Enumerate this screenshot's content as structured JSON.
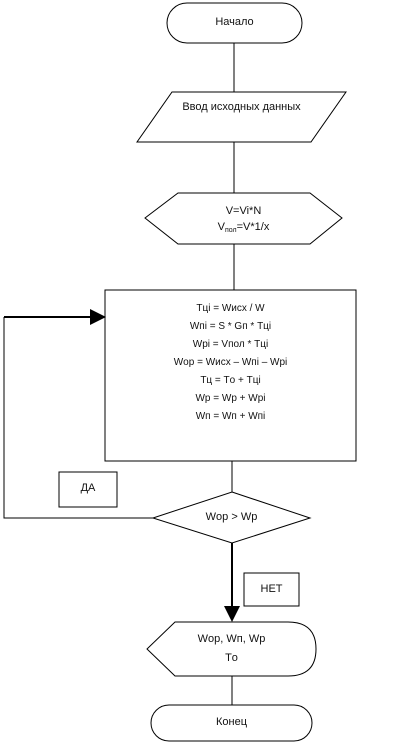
{
  "diagram": {
    "start_label": "Начало",
    "input_label": "Ввод исходных данных",
    "prep_line1": "V=Vi*N",
    "prep_line2_main": "V",
    "prep_line2_sub": "пол",
    "prep_line2_rest": "=V*1/x",
    "process_lines": [
      "Tцi = Wисх / W",
      "Wпi = S * Gп * Tцi",
      "Wрi = Vпол * Tцi",
      "Wор = Wисх – Wпi – Wрi",
      "Tц = Tо + Tцi",
      "Wр = Wр + Wрi",
      "Wп = Wп + Wпi"
    ],
    "yes_label": "ДА",
    "decision_label": "Wор > Wр",
    "no_label": "НЕТ",
    "output_line1": "Wор, Wп, Wр",
    "output_line2": "Tо",
    "end_label": "Конец"
  }
}
